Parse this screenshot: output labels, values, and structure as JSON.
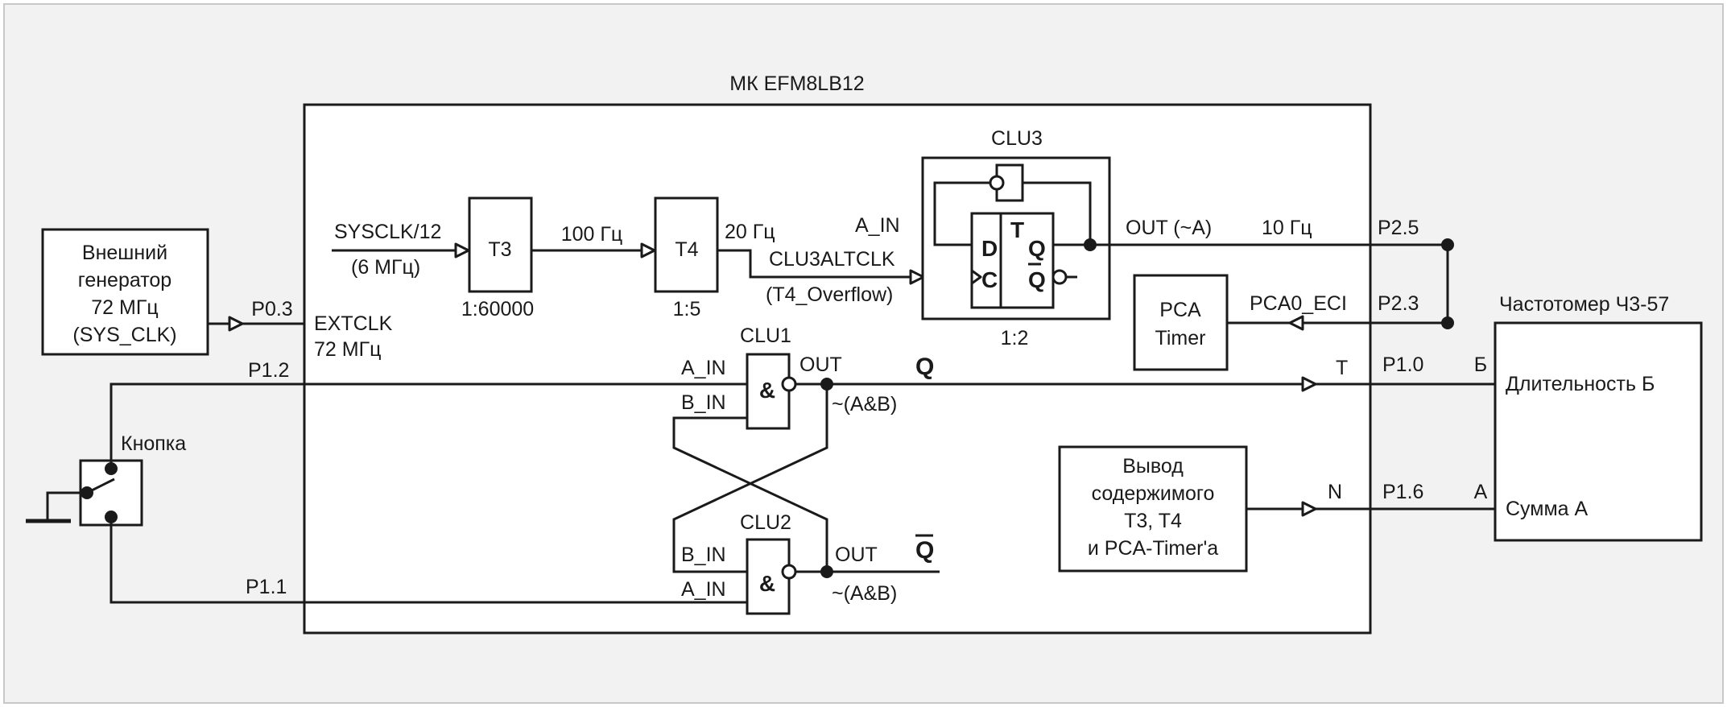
{
  "mcu": {
    "title": "МК EFM8LB12"
  },
  "generator": {
    "line1": "Внешний",
    "line2": "генератор",
    "line3": "72 МГц",
    "line4": "(SYS_CLK)"
  },
  "pins": {
    "p03": "P0.3",
    "p12": "P1.2",
    "p11": "P1.1",
    "p25": "P2.5",
    "p23": "P2.3",
    "p10": "P1.0",
    "p16": "P1.6"
  },
  "extclk": {
    "line1": "EXTCLK",
    "line2": "72 МГц"
  },
  "sysclk": {
    "line1": "SYSCLK/12",
    "line2": "(6 МГц)"
  },
  "t3": {
    "label": "T3",
    "ratio": "1:60000",
    "out_freq": "100 Гц"
  },
  "t4": {
    "label": "T4",
    "ratio": "1:5",
    "out_freq": "20 Гц"
  },
  "clu3": {
    "title": "CLU3",
    "a_in": "A_IN",
    "altclk": "CLU3ALTCLK",
    "overflow": "(T4_Overflow)",
    "d": "D",
    "c": "C",
    "t": "T",
    "q": "Q",
    "qbar": "Q",
    "ratio": "1:2",
    "out": "OUT (~A)",
    "out_freq": "10 Гц"
  },
  "pca": {
    "line1": "PCA",
    "line2": "Timer",
    "eci": "PCA0_ECI"
  },
  "clu1": {
    "title": "CLU1",
    "a_in": "A_IN",
    "b_in": "B_IN",
    "out": "OUT",
    "gate": "&",
    "expr": "~(A&B)",
    "signal": "Q"
  },
  "clu2": {
    "title": "CLU2",
    "a_in": "A_IN",
    "b_in": "B_IN",
    "out": "OUT",
    "gate": "&",
    "expr": "~(A&B)",
    "signal": "Q"
  },
  "button": {
    "label": "Кнопка"
  },
  "output_block": {
    "line1": "Вывод",
    "line2": "содержимого",
    "line3": "T3, T4",
    "line4": "и PCA-Timer'а"
  },
  "counter": {
    "title": "Частотомер Ч3-57",
    "b_letter": "Б",
    "b_label": "Длительность Б",
    "a_letter": "А",
    "a_label": "Сумма А"
  },
  "signals": {
    "t": "T",
    "n": "N"
  }
}
